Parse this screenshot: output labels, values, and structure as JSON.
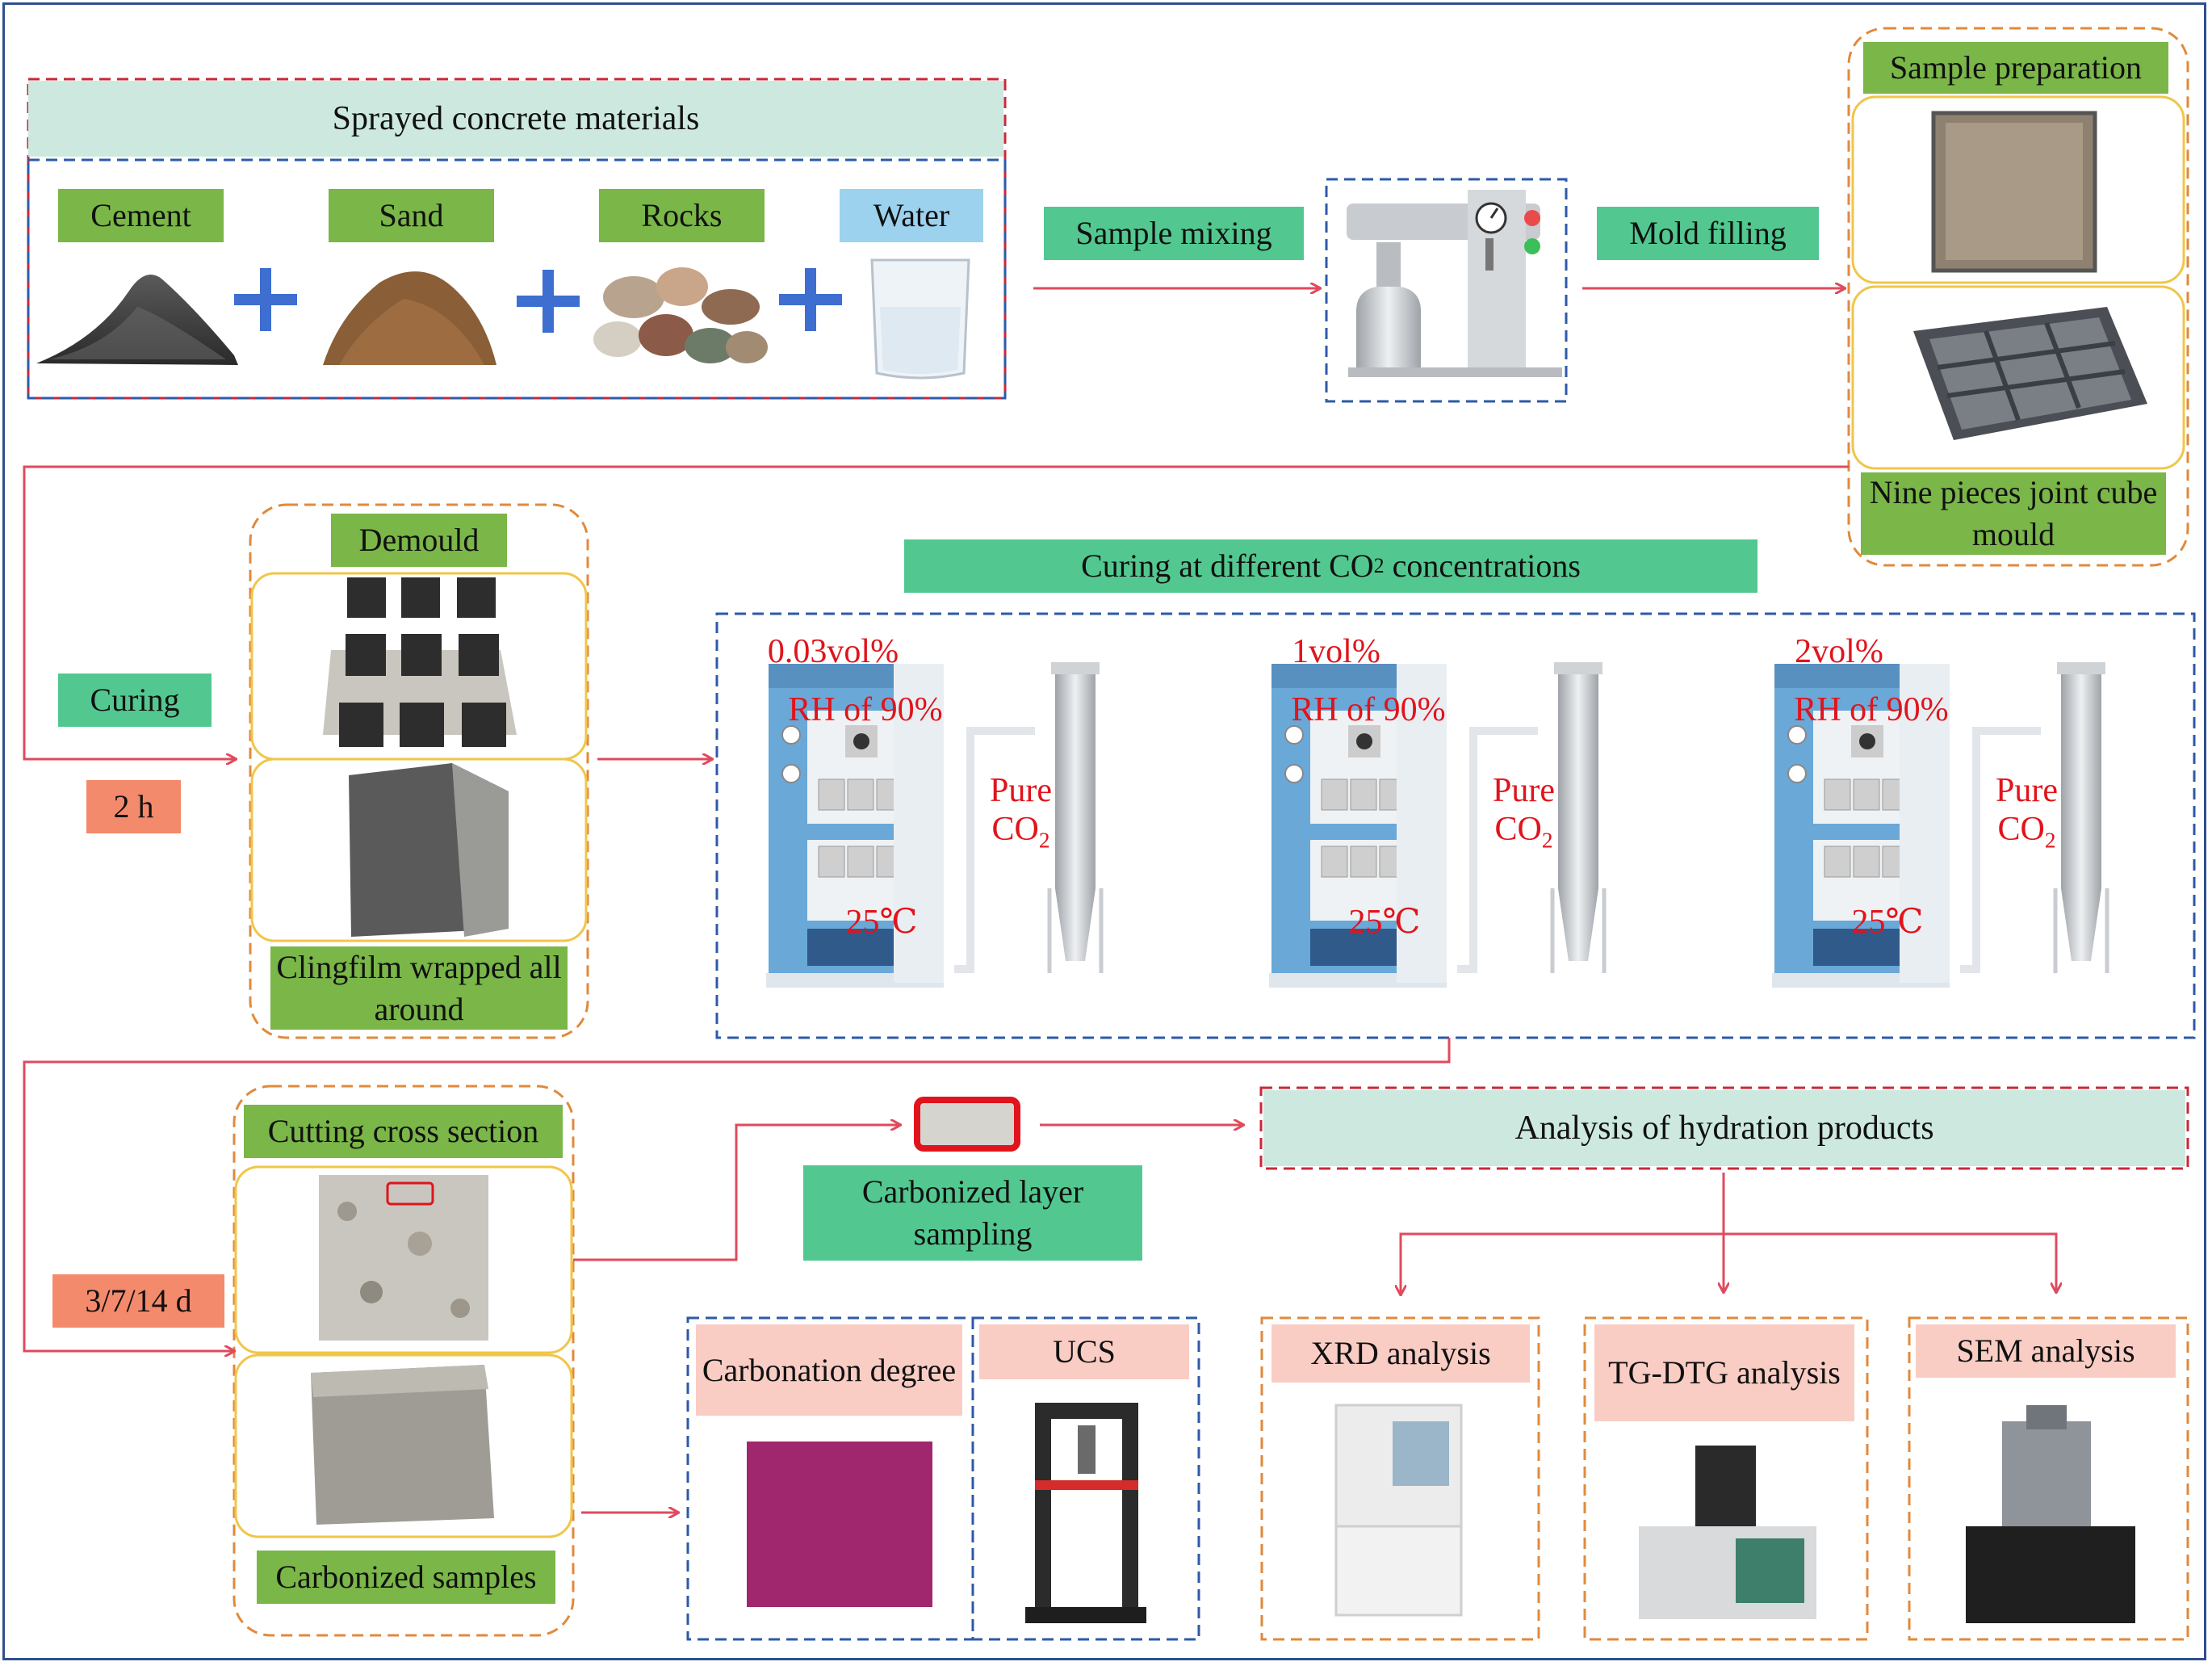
{
  "materials": {
    "title": "Sprayed concrete materials",
    "items": [
      {
        "label": "Cement"
      },
      {
        "label": "Sand"
      },
      {
        "label": "Rocks"
      },
      {
        "label": "Water"
      }
    ],
    "plus": "+"
  },
  "steps": {
    "sample_mixing": "Sample mixing",
    "mold_filling": "Mold filling",
    "sample_preparation": "Sample preparation",
    "mould_caption": "Nine pieces joint cube mould",
    "curing": "Curing",
    "curing_time": "2 h",
    "demould": "Demould",
    "clingfilm": "Clingfilm wrapped all around",
    "curing_co2_title_main": "Curing at different CO",
    "curing_co2_title_sub": "2",
    "curing_co2_title_end": " concentrations",
    "cutting": "Cutting cross section",
    "ages": "3/7/14 d",
    "carbonized_samples": "Carbonized samples",
    "carbonized_layer": "Carbonized layer sampling",
    "analysis_title": "Analysis of hydration products",
    "carbonation_degree": "Carbonation degree",
    "ucs": "UCS",
    "xrd": "XRD analysis",
    "tg": "TG-DTG analysis",
    "sem": "SEM analysis"
  },
  "chambers": [
    {
      "concentration": "0.03vol%",
      "rh": "RH of 90%",
      "temp": "25℃",
      "gas_main": "Pure",
      "gas_co": "CO",
      "gas_sub": "2"
    },
    {
      "concentration": "1vol%",
      "rh": "RH of 90%",
      "temp": "25℃",
      "gas_main": "Pure",
      "gas_co": "CO",
      "gas_sub": "2"
    },
    {
      "concentration": "2vol%",
      "rh": "RH of 90%",
      "temp": "25℃",
      "gas_main": "Pure",
      "gas_co": "CO",
      "gas_sub": "2"
    }
  ],
  "colors": {
    "arrow": "#e04a5e",
    "blue_dash": "#2d5aa8",
    "orange_dash": "#e08a3c",
    "red_dash": "#c8283a",
    "label_green": "#7ab648",
    "label_teal": "#52c890",
    "label_mint": "#cde9df",
    "label_salmon": "#f48a6c",
    "label_pink": "#f9cdc4",
    "chamber_blue": "#6aa8d8",
    "annotation_red": "#e0141c"
  }
}
